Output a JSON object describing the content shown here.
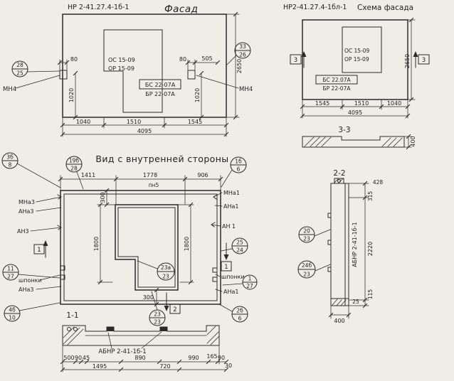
{
  "colors": {
    "paper": "#f0ede8",
    "ink": "#2a2a2a"
  },
  "facade": {
    "code": "НР 2-41.27.4-1б-1",
    "title": "Фасад",
    "win1": "ОС 15-09",
    "win2": "ОР 15-09",
    "sill1": "БС 22-07А",
    "sill2": "БР 22-07А",
    "mn_left": "МН4",
    "mn_right": "МН4",
    "co_left_top": "28",
    "co_left_bot": "25",
    "co_right_top": "33",
    "co_right_bot": "26",
    "d80l": "80",
    "d80r": "80",
    "d505": "505",
    "dh": "2650",
    "d1020l": "1020",
    "d1020r": "1020",
    "dw1": "1040",
    "dw2": "1510",
    "dw3": "1545",
    "dwt": "4095"
  },
  "scheme": {
    "code": "НР2-41.27.4-1бл-1",
    "title": "Схема фасада",
    "win1": "ОС 15-09",
    "win2": "ОР 15-09",
    "sill1": "БС 22.07А",
    "sill2": "БР 22-07А",
    "sec_l": "3",
    "sec_r": "3",
    "dw1": "1545",
    "dw2": "1510",
    "dw3": "1040",
    "dwt": "4095",
    "dh": "2650",
    "view_label": "3-3",
    "d400": "400"
  },
  "inner": {
    "title": "Вид с внутренней стороны",
    "pn5": "пн5",
    "mna3": "МНа3",
    "ana3a": "АНа3",
    "an3": "АН3",
    "shp_l": "шпонки",
    "ana3b": "АНа3",
    "mna1": "МНа1",
    "ana1a": "АНа1",
    "an1": "АН 1",
    "shp_r": "шпонки",
    "ana1b": "АНа1",
    "co": {
      "a_top": "3б",
      "a_bot": "8",
      "b_top": "19б",
      "b_bot": "28",
      "c_top": "1б",
      "c_bot": "6",
      "d_top": "11",
      "d_bot": "27",
      "e_top": "4б",
      "e_bot": "10",
      "f_top": "25",
      "f_bot": "24",
      "g_top": "1",
      "g_bot": "27",
      "h_top": "2б",
      "h_bot": "6",
      "i_top": "23а",
      "i_bot": "23",
      "j_top": "23",
      "j_bot": "23"
    },
    "d1411": "1411",
    "d1778": "1778",
    "d906": "906",
    "d300t": "300",
    "d1800l": "1800",
    "d1800r": "1800",
    "d300b": "300",
    "s1l": "1",
    "s1r": "1",
    "s2": "2"
  },
  "sec11": {
    "label": "1-1",
    "stamp": "АБНР 2-41-1б-1",
    "d500": "500",
    "d90a": "90",
    "d45": "45",
    "d1495": "1495",
    "d890": "890",
    "d720": "720",
    "d990": "990",
    "d165": "165",
    "d90b": "90",
    "d30": "30"
  },
  "sec22": {
    "label": "2-2",
    "stamp": "АБНР 2-41-1б-1",
    "co1_top": "20",
    "co1_bot": "23",
    "co2_top": "24б",
    "co2_bot": "23",
    "d428": "428",
    "d315": "315",
    "d2220": "2220",
    "d115": "115",
    "d25": "25",
    "d400": "400"
  }
}
